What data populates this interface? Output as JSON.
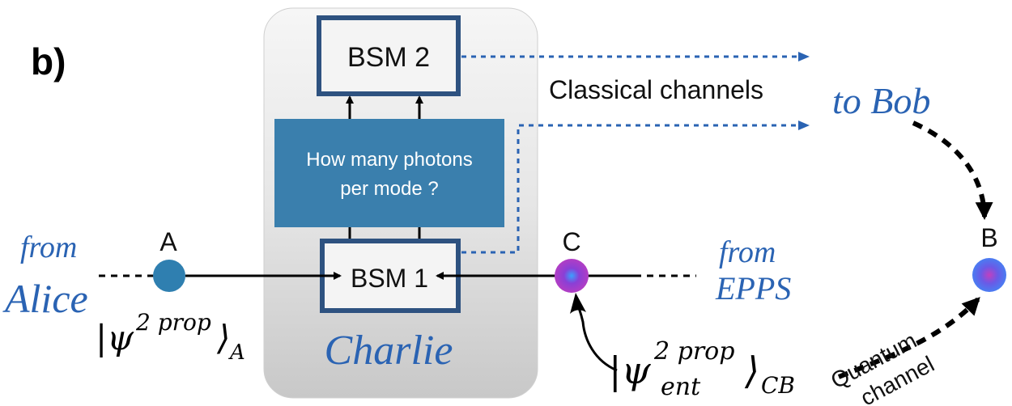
{
  "panel_label": "b)",
  "charlie": {
    "label": "Charlie",
    "bsm2_label": "BSM 2",
    "bsm1_label": "BSM 1",
    "decision_text_line1": "How many photons",
    "decision_text_line2": "per mode ?"
  },
  "nodes": {
    "a_label": "A",
    "c_label": "C",
    "b_label": "B"
  },
  "sources": {
    "alice_from": "from",
    "alice_name": "Alice",
    "epps_from": "from",
    "epps_name": "EPPS"
  },
  "channels": {
    "classical_label": "Classical channels",
    "to_bob": "to Bob",
    "quantum_line1": "Quantum",
    "quantum_line2": "channel"
  },
  "states": {
    "psi_a": "|ψ",
    "psi_a_sup": "2 prop",
    "psi_a_sub": "A",
    "psi_cb": "|ψ",
    "psi_cb_sup": "2 prop",
    "psi_cb_sub_ent": "ent",
    "psi_cb_sub": "CB"
  },
  "colors": {
    "blue_accent": "#2a63b3",
    "box_border": "#2e5280",
    "decision_fill": "#3a7fad",
    "node_a": "#2f7fb0",
    "node_purple": "#a540c8"
  }
}
